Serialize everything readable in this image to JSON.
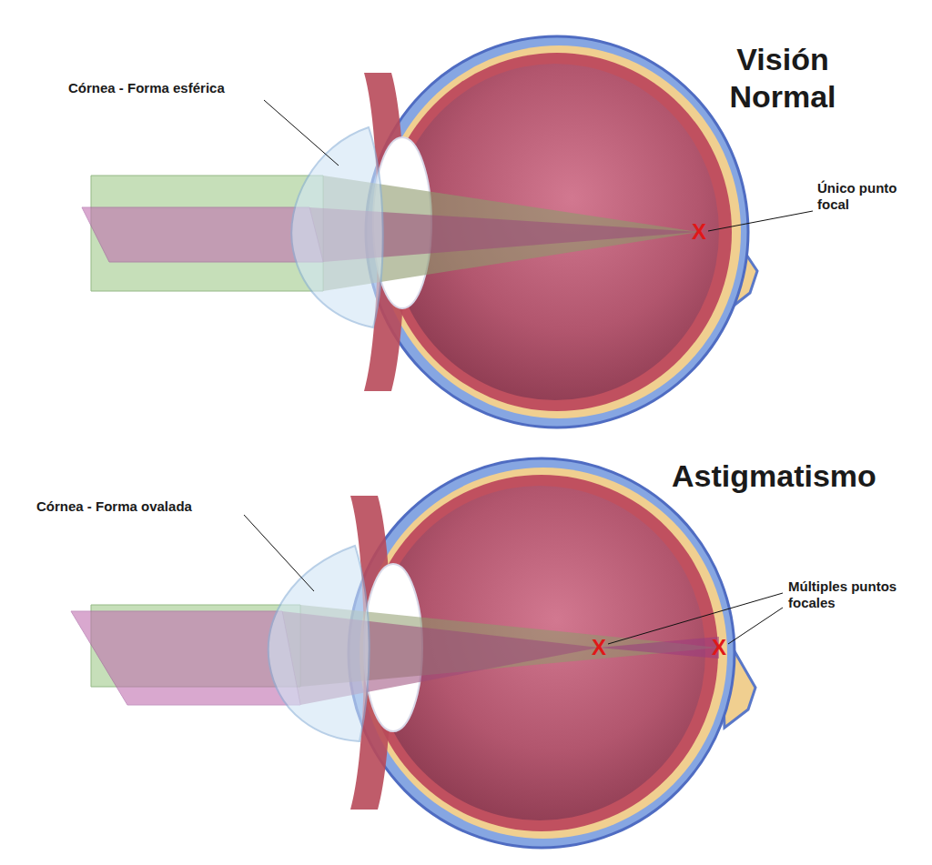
{
  "diagram": {
    "labels": [
      "Córnea - Forma esférica",
      "Visión Normal",
      "Único punto focal",
      "X",
      "Astigmatismo",
      "Córnea - Forma ovalada",
      "Múltiples puntos focales",
      "X",
      "X"
    ]
  }
}
